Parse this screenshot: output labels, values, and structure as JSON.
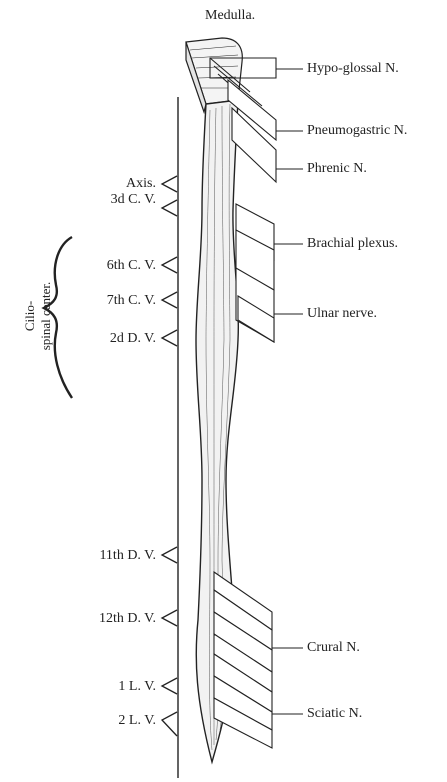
{
  "title": "Medulla.",
  "vertebra_labels": [
    "Axis.",
    "3d C. V.",
    "6th C. V.",
    "7th C. V.",
    "2d D. V.",
    "11th D. V.",
    "12th D. V.",
    "1 L. V.",
    "2 L. V."
  ],
  "nerve_labels": [
    "Hypo-glossal N.",
    "Pneumogastric N.",
    "Phrenic N.",
    "Brachial plexus.",
    "Ulnar nerve.",
    "Crural N.",
    "Sciatic N."
  ],
  "center_label": "Cilio-\nspinal center."
}
